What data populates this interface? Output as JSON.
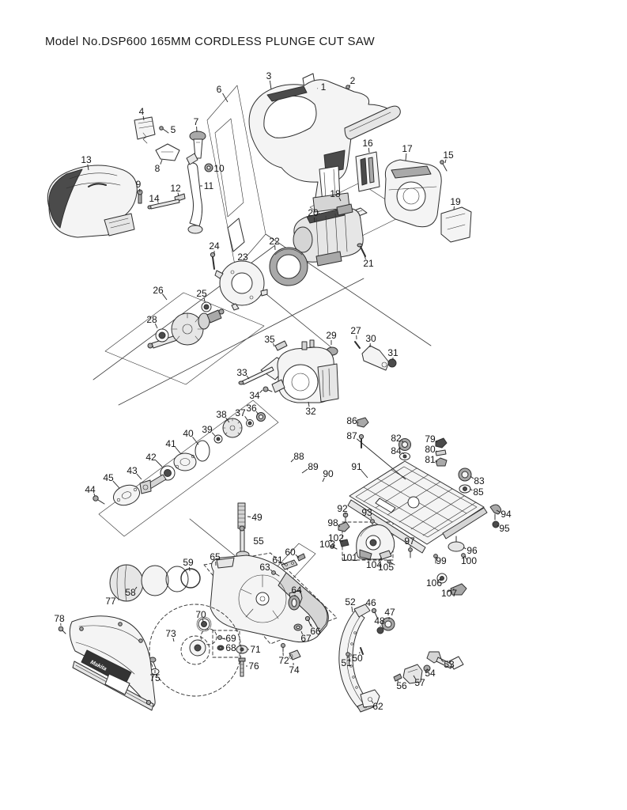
{
  "title": "Model No.DSP600 165MM CORDLESS PLUNGE CUT SAW",
  "diagram": {
    "type": "exploded-parts-diagram",
    "product": "DSP600 165MM Cordless Plunge Cut Saw",
    "guard_logo": "Makita",
    "colors": {
      "background": "#ffffff",
      "line": "#2e2e2e",
      "label": "#151515"
    },
    "parts": [
      [
        1,
        409,
        110,
        402,
        112
      ],
      [
        2,
        446,
        102,
        442,
        110
      ],
      [
        3,
        340,
        96,
        343,
        113
      ],
      [
        4,
        179,
        141,
        182,
        152
      ],
      [
        5,
        219,
        164,
        211,
        165
      ],
      [
        6,
        277,
        113,
        288,
        129
      ],
      [
        7,
        248,
        154,
        249,
        167
      ],
      [
        8,
        199,
        213,
        205,
        202
      ],
      [
        9,
        175,
        233,
        177,
        243
      ],
      [
        10,
        277,
        213,
        268,
        213
      ],
      [
        11,
        264,
        235,
        253,
        235
      ],
      [
        12,
        222,
        238,
        226,
        248
      ],
      [
        13,
        109,
        202,
        112,
        215
      ],
      [
        14,
        195,
        251,
        200,
        257
      ],
      [
        15,
        567,
        196,
        563,
        206
      ],
      [
        16,
        465,
        181,
        467,
        193
      ],
      [
        17,
        515,
        188,
        513,
        203
      ],
      [
        18,
        424,
        245,
        431,
        254
      ],
      [
        19,
        576,
        255,
        574,
        265
      ],
      [
        20,
        396,
        269,
        398,
        281
      ],
      [
        21,
        466,
        333,
        461,
        323
      ],
      [
        22,
        347,
        305,
        348,
        316
      ],
      [
        23,
        307,
        325,
        0,
        0
      ],
      [
        24,
        271,
        311,
        271,
        321
      ],
      [
        25,
        255,
        371,
        259,
        381
      ],
      [
        26,
        200,
        367,
        211,
        379
      ],
      [
        27,
        450,
        418,
        451,
        429
      ],
      [
        28,
        192,
        404,
        199,
        415
      ],
      [
        29,
        419,
        424,
        419,
        436
      ],
      [
        30,
        469,
        428,
        468,
        439
      ],
      [
        31,
        497,
        446,
        497,
        455
      ],
      [
        32,
        393,
        520,
        390,
        508
      ],
      [
        33,
        306,
        471,
        315,
        479
      ],
      [
        34,
        322,
        500,
        332,
        493
      ],
      [
        35,
        341,
        429,
        347,
        438
      ],
      [
        36,
        318,
        516,
        327,
        524
      ],
      [
        37,
        304,
        522,
        313,
        531
      ],
      [
        38,
        280,
        524,
        290,
        534
      ],
      [
        39,
        262,
        543,
        272,
        551
      ],
      [
        40,
        238,
        548,
        251,
        562
      ],
      [
        41,
        216,
        561,
        229,
        574
      ],
      [
        42,
        191,
        578,
        205,
        590
      ],
      [
        43,
        167,
        595,
        179,
        606
      ],
      [
        44,
        114,
        619,
        120,
        627
      ],
      [
        45,
        137,
        604,
        151,
        617
      ],
      [
        46,
        469,
        762,
        0,
        0
      ],
      [
        47,
        493,
        774,
        492,
        783
      ],
      [
        48,
        480,
        785,
        481,
        792
      ],
      [
        49,
        325,
        654,
        313,
        653
      ],
      [
        50,
        452,
        832,
        455,
        824
      ],
      [
        51,
        438,
        838,
        440,
        830
      ],
      [
        52,
        443,
        761,
        446,
        774
      ],
      [
        53,
        568,
        840,
        558,
        834
      ],
      [
        54,
        544,
        851,
        541,
        846
      ],
      [
        55,
        327,
        684,
        0,
        0
      ],
      [
        56,
        508,
        867,
        503,
        860
      ],
      [
        57,
        531,
        863,
        523,
        854
      ],
      [
        58,
        165,
        749,
        173,
        742
      ],
      [
        59,
        238,
        711,
        240,
        722
      ],
      [
        60,
        367,
        698,
        378,
        705
      ],
      [
        61,
        351,
        708,
        360,
        714
      ],
      [
        62,
        478,
        893,
        470,
        886
      ],
      [
        63,
        335,
        717,
        344,
        722
      ],
      [
        64,
        375,
        746,
        373,
        754
      ],
      [
        65,
        272,
        704,
        273,
        715
      ],
      [
        66,
        399,
        798,
        393,
        789
      ],
      [
        67,
        387,
        807,
        381,
        798
      ],
      [
        68,
        292,
        819,
        284,
        819
      ],
      [
        69,
        292,
        807,
        283,
        807
      ],
      [
        70,
        254,
        777,
        257,
        786
      ],
      [
        71,
        323,
        821,
        313,
        821
      ],
      [
        72,
        359,
        835,
        358,
        825
      ],
      [
        73,
        216,
        801,
        220,
        811
      ],
      [
        74,
        372,
        847,
        371,
        838
      ],
      [
        75,
        196,
        857,
        196,
        847
      ],
      [
        76,
        321,
        842,
        311,
        842
      ],
      [
        77,
        140,
        760,
        0,
        0
      ],
      [
        78,
        75,
        782,
        77,
        791
      ],
      [
        79,
        544,
        555,
        553,
        559
      ],
      [
        80,
        544,
        568,
        553,
        571
      ],
      [
        81,
        544,
        581,
        553,
        584
      ],
      [
        82,
        501,
        554,
        510,
        559
      ],
      [
        83,
        606,
        608,
        595,
        602
      ],
      [
        84,
        501,
        570,
        511,
        574
      ],
      [
        85,
        605,
        622,
        594,
        618
      ],
      [
        86,
        445,
        532,
        453,
        535
      ],
      [
        87,
        445,
        551,
        513,
        606
      ],
      [
        88,
        378,
        577,
        368,
        584
      ],
      [
        89,
        396,
        590,
        382,
        598
      ],
      [
        90,
        415,
        599,
        408,
        609
      ],
      [
        91,
        451,
        590,
        465,
        604
      ],
      [
        92,
        433,
        643,
        437,
        650
      ],
      [
        93,
        464,
        648,
        470,
        656
      ],
      [
        94,
        640,
        650,
        628,
        645
      ],
      [
        95,
        638,
        668,
        629,
        664
      ],
      [
        96,
        597,
        696,
        586,
        692
      ],
      [
        97,
        518,
        684,
        519,
        692
      ],
      [
        98,
        421,
        661,
        430,
        666
      ],
      [
        99,
        558,
        709,
        552,
        704
      ],
      [
        100,
        593,
        709,
        589,
        703
      ],
      [
        101,
        442,
        705,
        451,
        698
      ],
      [
        102,
        425,
        680,
        433,
        685
      ],
      [
        103,
        414,
        688,
        422,
        691
      ],
      [
        104,
        473,
        714,
        482,
        705
      ],
      [
        105,
        488,
        717,
        492,
        711
      ],
      [
        106,
        549,
        737,
        556,
        732
      ],
      [
        107,
        568,
        750,
        574,
        744
      ]
    ]
  }
}
